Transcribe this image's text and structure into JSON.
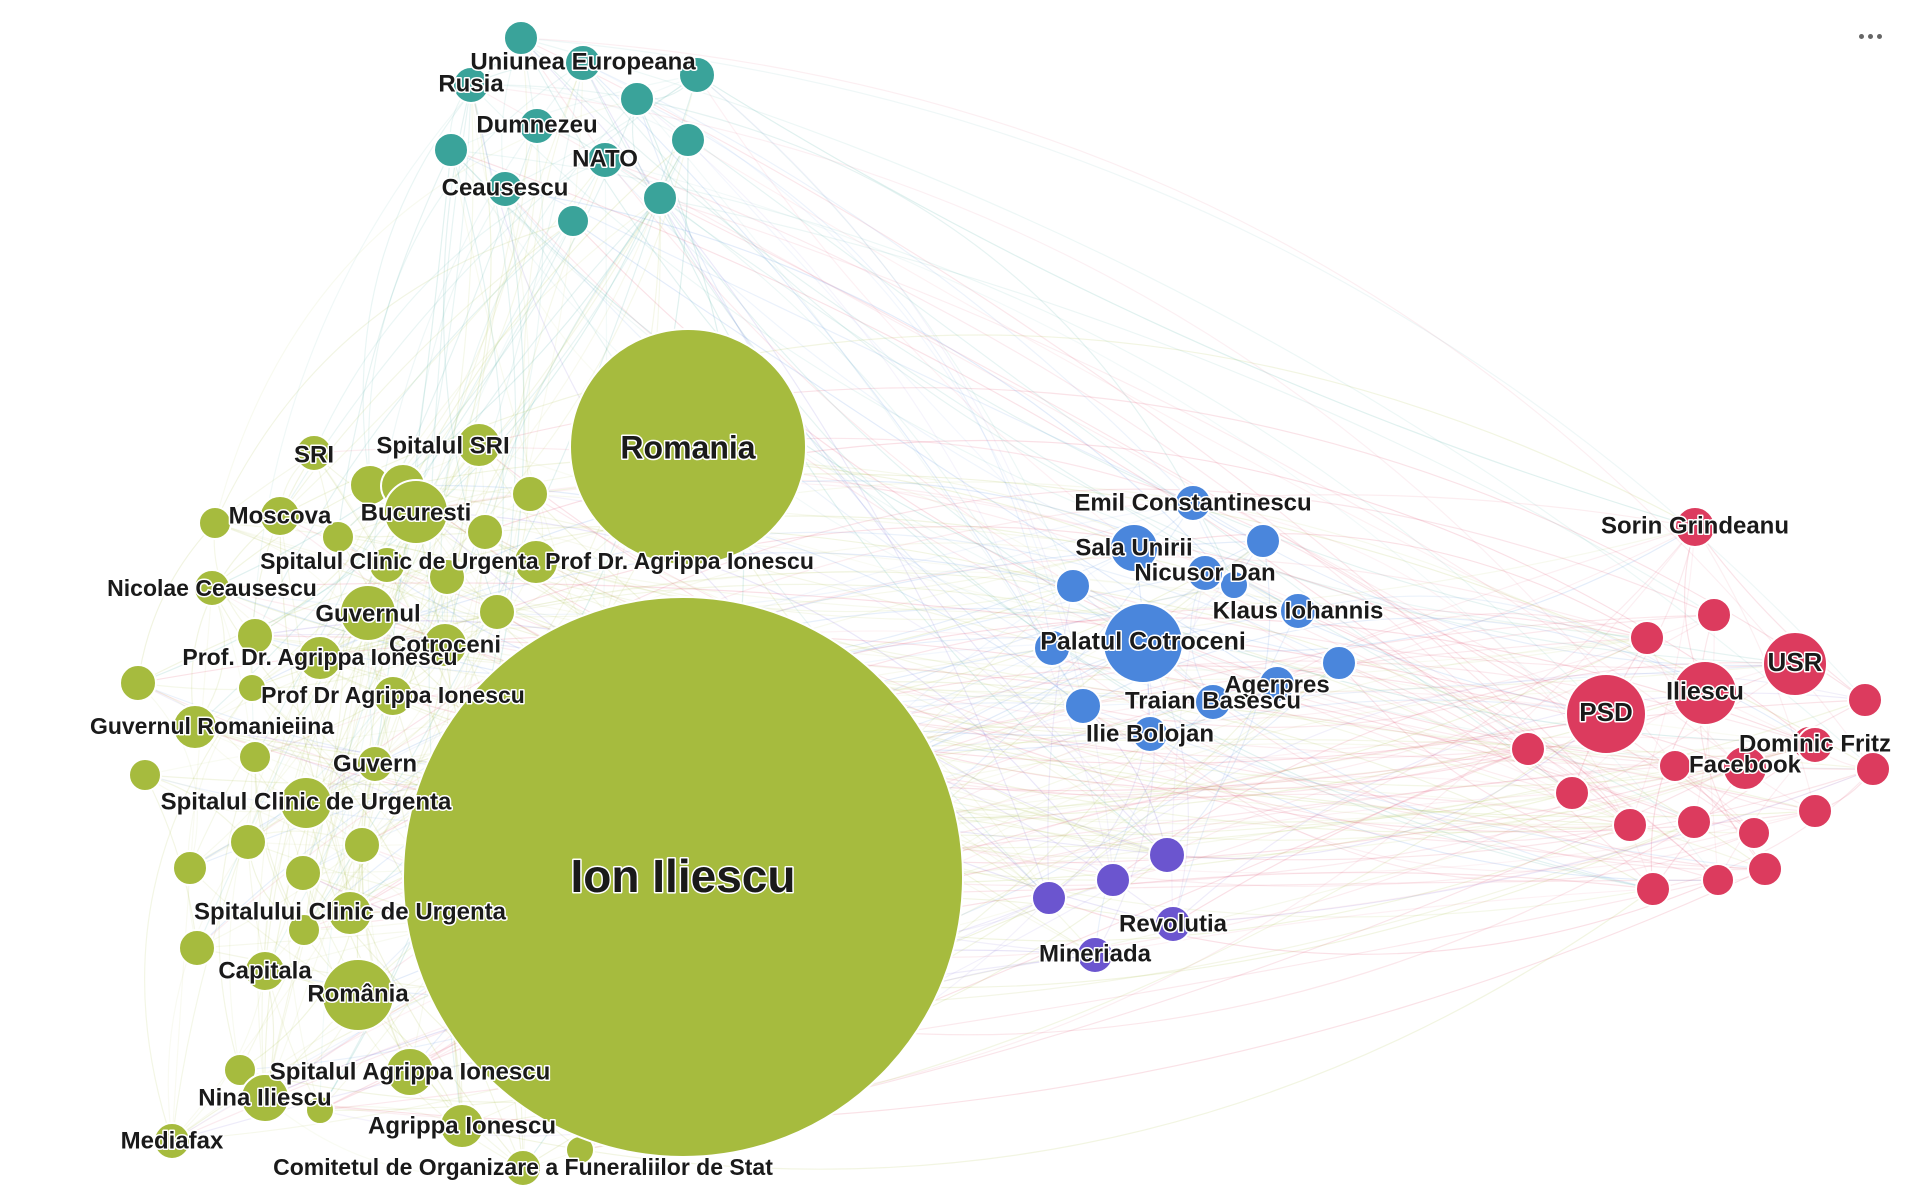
{
  "colors": {
    "green": "#a6bb3e",
    "teal": "#3aa39a",
    "blue": "#4a86dc",
    "purple": "#6b55cf",
    "red": "#dc3b5e"
  },
  "menu_icon": "more-horizontal-icon",
  "graph": {
    "clusters": [
      {
        "id": "green",
        "color": "#a6bb3e",
        "nodes": [
          {
            "id": "ion-iliescu",
            "label": "Ion Iliescu",
            "weight": 100
          },
          {
            "id": "romania",
            "label": "Romania",
            "weight": 35
          },
          {
            "id": "bucuresti",
            "label": "Bucuresti",
            "weight": 8
          },
          {
            "id": "spitalul-sri",
            "label": "Spitalul SRI",
            "weight": 4
          },
          {
            "id": "sri",
            "label": "SRI",
            "weight": 3
          },
          {
            "id": "moscova",
            "label": "Moscova",
            "weight": 4
          },
          {
            "id": "spitalul-clinic-urgenta-prof",
            "label": "Spitalul Clinic de Urgenta Prof Dr. Agrippa Ionescu",
            "weight": 4
          },
          {
            "id": "nicolae-ceausescu",
            "label": "Nicolae Ceausescu",
            "weight": 4
          },
          {
            "id": "guvernul",
            "label": "Guvernul",
            "weight": 7
          },
          {
            "id": "cotroceni",
            "label": "Cotroceni",
            "weight": 4
          },
          {
            "id": "prof-dr-agrippa-ionescu",
            "label": "Prof. Dr. Agrippa Ionescu",
            "weight": 4
          },
          {
            "id": "prof-dr-agrippa-ionescu-2",
            "label": "Prof Dr Agrippa Ionescu",
            "weight": 3
          },
          {
            "id": "guvernul-romaniei",
            "label": "Guvernul Romanieiina",
            "weight": 4
          },
          {
            "id": "guvern",
            "label": "Guvern",
            "weight": 3
          },
          {
            "id": "spitalul-clinic-urgenta",
            "label": "Spitalul Clinic de Urgenta",
            "weight": 6
          },
          {
            "id": "spitalului-clinic-urgenta",
            "label": "Spitalului Clinic de Urgenta",
            "weight": 4
          },
          {
            "id": "capitala",
            "label": "Capitala",
            "weight": 4
          },
          {
            "id": "romania-2",
            "label": "România",
            "weight": 10
          },
          {
            "id": "spitalul-agrippa-ionescu",
            "label": "Spitalul Agrippa Ionescu",
            "weight": 5
          },
          {
            "id": "nina-iliescu",
            "label": "Nina Iliescu",
            "weight": 5
          },
          {
            "id": "mediafax",
            "label": "Mediafax",
            "weight": 3
          },
          {
            "id": "agrippa-ionescu",
            "label": "Agrippa Ionescu",
            "weight": 4
          },
          {
            "id": "comitetul",
            "label": "Comitetul de Organizare a Funeraliilor de Stat",
            "weight": 3
          }
        ]
      },
      {
        "id": "teal",
        "color": "#3aa39a",
        "nodes": [
          {
            "id": "uniunea-europeana",
            "label": "Uniunea Europeana",
            "weight": 3
          },
          {
            "id": "rusia",
            "label": "Rusia",
            "weight": 3
          },
          {
            "id": "dumnezeu",
            "label": "Dumnezeu",
            "weight": 3
          },
          {
            "id": "nato",
            "label": "NATO",
            "weight": 3
          },
          {
            "id": "ceausescu",
            "label": "Ceausescu",
            "weight": 3
          }
        ]
      },
      {
        "id": "blue",
        "color": "#4a86dc",
        "nodes": [
          {
            "id": "emil-constantinescu",
            "label": "Emil Constantinescu",
            "weight": 3
          },
          {
            "id": "sala-unirii",
            "label": "Sala Unirii",
            "weight": 4
          },
          {
            "id": "nicusor-dan",
            "label": "Nicusor Dan",
            "weight": 3
          },
          {
            "id": "klaus-iohannis",
            "label": "Klaus Iohannis",
            "weight": 3
          },
          {
            "id": "palatul-cotroceni",
            "label": "Palatul Cotroceni",
            "weight": 12
          },
          {
            "id": "agerpres",
            "label": "Agerpres",
            "weight": 3
          },
          {
            "id": "traian-basescu",
            "label": "Traian Basescu",
            "weight": 3
          },
          {
            "id": "ilie-bolojan",
            "label": "Ilie Bolojan",
            "weight": 3
          }
        ]
      },
      {
        "id": "purple",
        "color": "#6b55cf",
        "nodes": [
          {
            "id": "revolutia",
            "label": "Revolutia",
            "weight": 3
          },
          {
            "id": "mineriada",
            "label": "Mineriada",
            "weight": 3
          }
        ]
      },
      {
        "id": "red",
        "color": "#dc3b5e",
        "nodes": [
          {
            "id": "sorin-grindeanu",
            "label": "Sorin Grindeanu",
            "weight": 3
          },
          {
            "id": "usr",
            "label": "USR",
            "weight": 7
          },
          {
            "id": "iliescu",
            "label": "Iliescu",
            "weight": 7
          },
          {
            "id": "psd",
            "label": "PSD",
            "weight": 12
          },
          {
            "id": "dominic-fritz",
            "label": "Dominic Fritz",
            "weight": 3
          },
          {
            "id": "facebook",
            "label": "Facebook",
            "weight": 4
          }
        ]
      }
    ]
  }
}
